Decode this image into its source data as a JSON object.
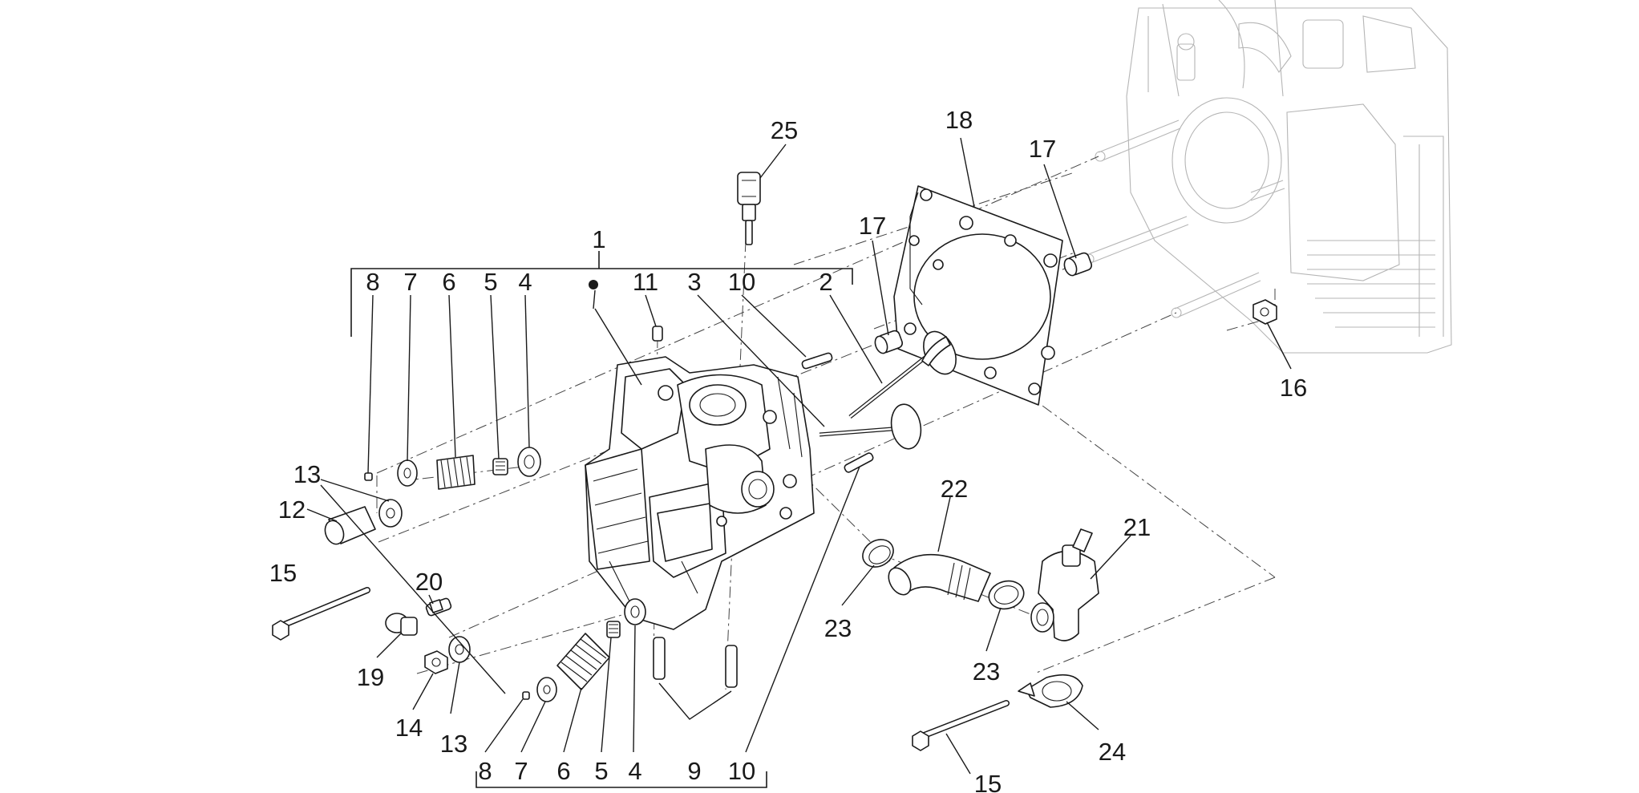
{
  "diagram": {
    "labels": [
      {
        "id": "l25",
        "text": "25"
      },
      {
        "id": "l18",
        "text": "18"
      },
      {
        "id": "l17a",
        "text": "17"
      },
      {
        "id": "l17b",
        "text": "17"
      },
      {
        "id": "l1",
        "text": "1"
      },
      {
        "id": "l8a",
        "text": "8"
      },
      {
        "id": "l7a",
        "text": "7"
      },
      {
        "id": "l6a",
        "text": "6"
      },
      {
        "id": "l5a",
        "text": "5"
      },
      {
        "id": "l4a",
        "text": "4"
      },
      {
        "id": "l11",
        "text": "11"
      },
      {
        "id": "l3",
        "text": "3"
      },
      {
        "id": "l10a",
        "text": "10"
      },
      {
        "id": "l2",
        "text": "2"
      },
      {
        "id": "l16",
        "text": "16"
      },
      {
        "id": "l13a",
        "text": "13"
      },
      {
        "id": "l12",
        "text": "12"
      },
      {
        "id": "l15a",
        "text": "15"
      },
      {
        "id": "l20",
        "text": "20"
      },
      {
        "id": "l19",
        "text": "19"
      },
      {
        "id": "l14",
        "text": "14"
      },
      {
        "id": "l13b",
        "text": "13"
      },
      {
        "id": "l8b",
        "text": "8"
      },
      {
        "id": "l7b",
        "text": "7"
      },
      {
        "id": "l6b",
        "text": "6"
      },
      {
        "id": "l5b",
        "text": "5"
      },
      {
        "id": "l4b",
        "text": "4"
      },
      {
        "id": "l9",
        "text": "9"
      },
      {
        "id": "l10b",
        "text": "10"
      },
      {
        "id": "l22",
        "text": "22"
      },
      {
        "id": "l21",
        "text": "21"
      },
      {
        "id": "l23a",
        "text": "23"
      },
      {
        "id": "l23b",
        "text": "23"
      },
      {
        "id": "l24",
        "text": "24"
      },
      {
        "id": "l15b",
        "text": "15"
      }
    ]
  }
}
